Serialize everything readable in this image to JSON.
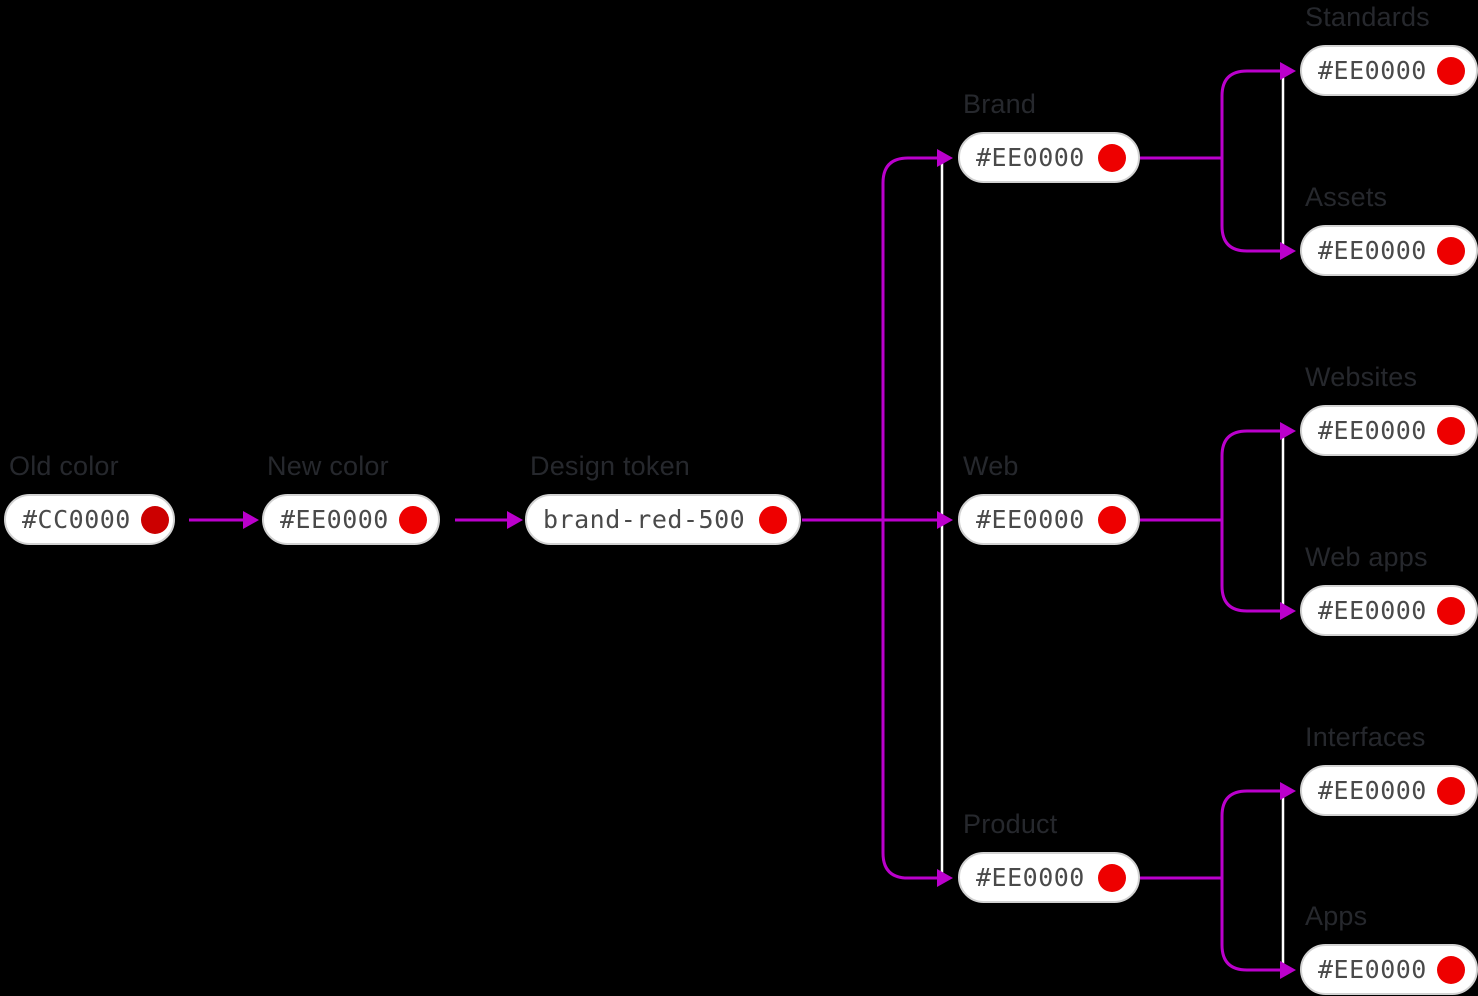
{
  "diagram": {
    "kind": "design-token-propagation-tree",
    "background": "#000000",
    "flow_line_color": "#BB00CC",
    "sibling_rail_color": "#FFFFFF",
    "pill_border_color": "#D2D2D2",
    "pill_text_color": "#4A4A4A",
    "label_text_color": "#26282D"
  },
  "nodes": {
    "old_color": {
      "label": "Old color",
      "value": "#CC0000",
      "dot_color": "#CC0000"
    },
    "new_color": {
      "label": "New color",
      "value": "#EE0000",
      "dot_color": "#EE0000"
    },
    "design_token": {
      "label": "Design token",
      "value": "brand-red-500",
      "dot_color": "#EE0000"
    },
    "brand": {
      "label": "Brand",
      "value": "#EE0000",
      "dot_color": "#EE0000"
    },
    "web": {
      "label": "Web",
      "value": "#EE0000",
      "dot_color": "#EE0000"
    },
    "product": {
      "label": "Product",
      "value": "#EE0000",
      "dot_color": "#EE0000"
    },
    "standards": {
      "label": "Standards",
      "value": "#EE0000",
      "dot_color": "#EE0000"
    },
    "assets": {
      "label": "Assets",
      "value": "#EE0000",
      "dot_color": "#EE0000"
    },
    "websites": {
      "label": "Websites",
      "value": "#EE0000",
      "dot_color": "#EE0000"
    },
    "web_apps": {
      "label": "Web apps",
      "value": "#EE0000",
      "dot_color": "#EE0000"
    },
    "interfaces": {
      "label": "Interfaces",
      "value": "#EE0000",
      "dot_color": "#EE0000"
    },
    "apps": {
      "label": "Apps",
      "value": "#EE0000",
      "dot_color": "#EE0000"
    }
  },
  "edges": [
    {
      "from": "old_color",
      "to": "new_color",
      "type": "flow-arrow"
    },
    {
      "from": "new_color",
      "to": "design_token",
      "type": "flow-arrow"
    },
    {
      "from": "design_token",
      "to": "brand",
      "type": "flow-arrow"
    },
    {
      "from": "design_token",
      "to": "web",
      "type": "flow-arrow"
    },
    {
      "from": "design_token",
      "to": "product",
      "type": "flow-arrow"
    },
    {
      "from": "brand",
      "to": "standards",
      "type": "flow-arrow"
    },
    {
      "from": "brand",
      "to": "assets",
      "type": "flow-arrow"
    },
    {
      "from": "web",
      "to": "websites",
      "type": "flow-arrow"
    },
    {
      "from": "web",
      "to": "web_apps",
      "type": "flow-arrow"
    },
    {
      "from": "product",
      "to": "interfaces",
      "type": "flow-arrow"
    },
    {
      "from": "product",
      "to": "apps",
      "type": "flow-arrow"
    }
  ],
  "sibling_rails": [
    {
      "between": [
        "brand",
        "product"
      ]
    },
    {
      "between": [
        "standards",
        "assets"
      ]
    },
    {
      "between": [
        "websites",
        "web_apps"
      ]
    },
    {
      "between": [
        "interfaces",
        "apps"
      ]
    }
  ]
}
